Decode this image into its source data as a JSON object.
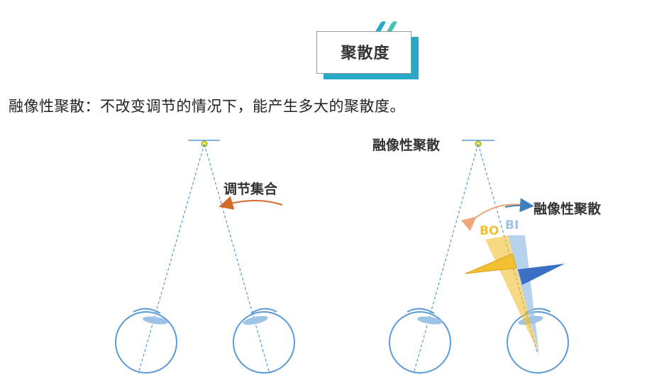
{
  "header": {
    "title": "聚散度"
  },
  "description": "融像性聚散：不改变调节的情况下，能产生多大的聚散度。",
  "left_diagram": {
    "arrow_label": "调节集合"
  },
  "right_diagram": {
    "top_label": "融像性聚散",
    "arrow_label": "融像性聚散",
    "prism_bo_label": "BO",
    "prism_bi_label": "BI"
  },
  "colors": {
    "line_blue": "#5b9bd5",
    "accent_cyan": "#2aa8c7",
    "orange_arrow": "#d46a2a",
    "bo_yellow": "#f2c030",
    "bi_blue": "#9dc3e6",
    "target_yellow": "#f5e642"
  },
  "icons": [
    "target-dot-icon",
    "eye-icon",
    "prism-icon",
    "curved-arrow-icon"
  ]
}
